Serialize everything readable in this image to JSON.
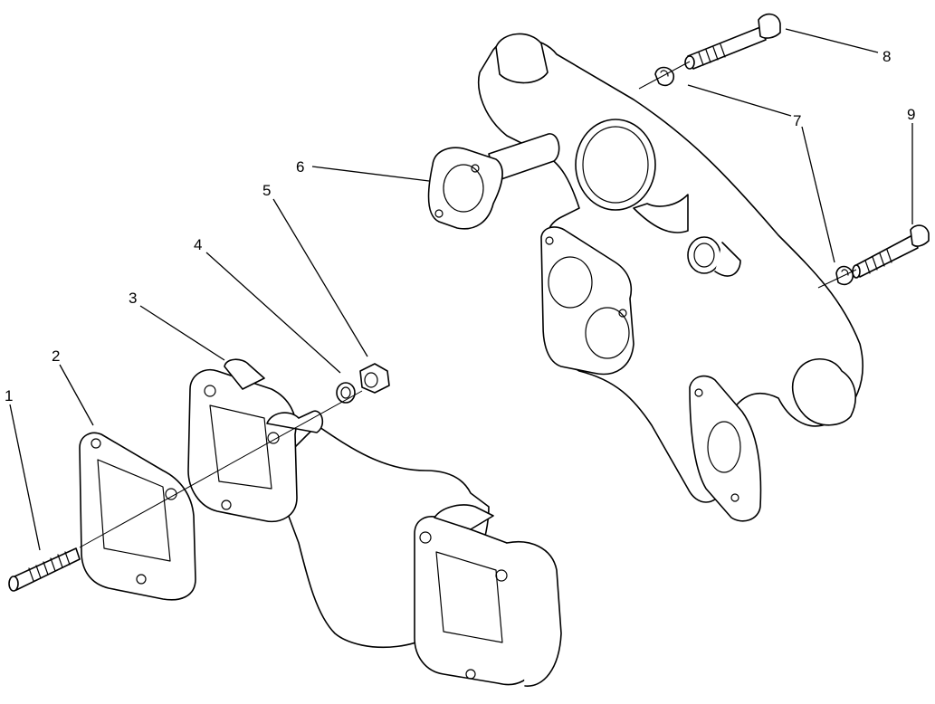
{
  "callouts": [
    {
      "id": "c1",
      "text": "1"
    },
    {
      "id": "c2",
      "text": "2"
    },
    {
      "id": "c3",
      "text": "3"
    },
    {
      "id": "c4",
      "text": "4"
    },
    {
      "id": "c5",
      "text": "5"
    },
    {
      "id": "c6",
      "text": "6"
    },
    {
      "id": "c7",
      "text": "7"
    },
    {
      "id": "c8",
      "text": "8"
    },
    {
      "id": "c9",
      "text": "9"
    }
  ],
  "colors": {
    "line": "#000000",
    "background": "#ffffff"
  }
}
